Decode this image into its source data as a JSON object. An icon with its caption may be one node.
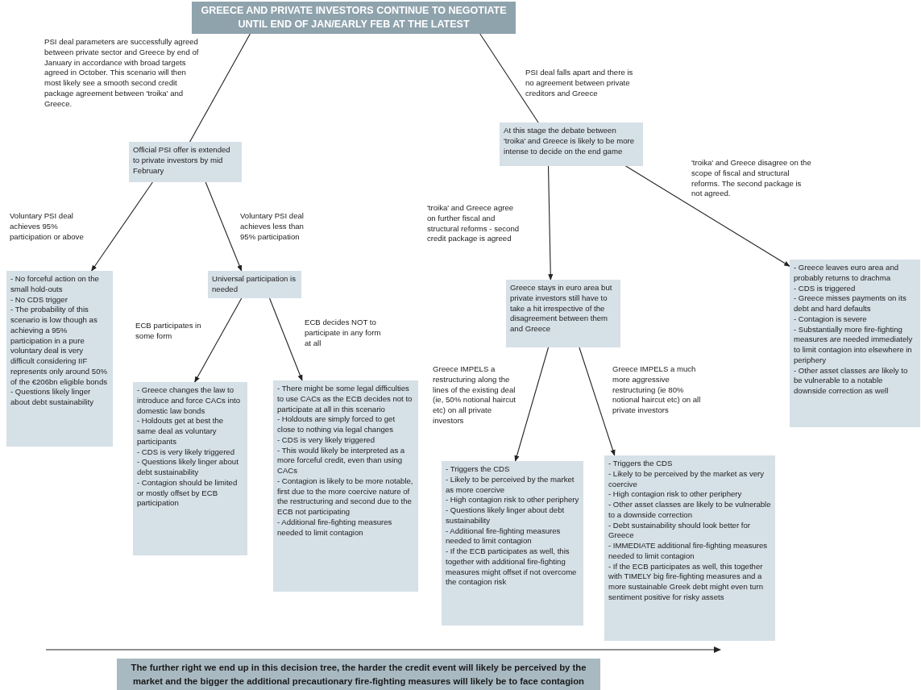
{
  "diagram": {
    "nodes": [
      {
        "text": [
          "GREECE AND PRIVATE INVESTORS CONTINUE TO NEGOTIATE UNTIL END OF JAN/EARLY FEB AT THE LATEST"
        ]
      },
      {
        "text": [
          "Official PSI offer is extended to private investors by mid February"
        ]
      },
      {
        "text": [
          "At this stage the debate between 'troika' and Greece is likely to be more intense to decide on the end game"
        ]
      },
      {
        "text": [
          "- No forceful action on the small hold-outs",
          "- No CDS trigger",
          "- The probability of this scenario is low though as achieving a 95% participation in a pure voluntary deal is very difficult considering IIF represents only around 50% of the €206bn eligible bonds",
          "- Questions likely linger about debt sustainability"
        ]
      },
      {
        "text": [
          "Universal participation is needed"
        ]
      },
      {
        "text": [
          "Greece stays in euro area but private investors still have to take a hit irrespective of the disagreement between them and Greece"
        ]
      },
      {
        "text": [
          "- Greece leaves euro area and probably returns to drachma",
          "- CDS is triggered",
          "- Greece misses payments on its debt and hard defaults",
          "- Contagion is severe",
          "- Substantially more fire-fighting measures are needed immediately to limit contagion into elsewhere in periphery",
          "- Other asset classes are likely to be vulnerable to a notable downside correction as well"
        ]
      },
      {
        "text": [
          "- Greece changes the law to introduce and force CACs into domestic law bonds",
          "- Holdouts get at best the same deal as voluntary participants",
          "- CDS is very likely triggered",
          "- Questions likely linger about debt sustainability",
          "- Contagion should be limited or mostly offset by ECB participation"
        ]
      },
      {
        "text": [
          "- There might be some legal difficulties to use CACs as the ECB decides not to participate at all in this scenario",
          "- Holdouts are simply forced to get close to nothing via legal changes",
          "- CDS is very likely triggered",
          "- This would likely be interpreted as a more forceful credit, even than using CACs",
          "- Contagion is likely to be more notable, first due to the more coercive nature of the restructuring and second due to the ECB not participating",
          "- Additional fire-fighting measures needed to limit contagion"
        ]
      },
      {
        "text": [
          "- Triggers the CDS",
          "- Likely to be perceived by the market as more coercive",
          "- High contagion risk to other periphery",
          "- Questions likely linger about debt sustainability",
          "- Additional fire-fighting measures needed to limit contagion",
          "- If the ECB participates as well, this together with additional fire-fighting measures might offset if not overcome the contagion risk"
        ]
      },
      {
        "text": [
          "- Triggers the CDS",
          "- Likely to be perceived by the market as very coercive",
          "- High contagion risk to other periphery",
          "- Other asset classes are likely to be vulnerable to a  downside correction",
          "- Debt sustainability should look better for Greece",
          "- IMMEDIATE additional fire-fighting measures needed to limit contagion",
          "- If the ECB participates as well, this together with TIMELY big fire-fighting measures and a more sustainable Greek debt might even turn sentiment  positive for risky assets"
        ]
      },
      {
        "text": [
          "The further right we end up in this decision tree, the harder the credit event will likely be perceived by the market and the bigger the additional precautionary fire-fighting measures will likely be to face contagion"
        ]
      }
    ],
    "edges": [
      {
        "from": 0,
        "to": 1,
        "arrow": "none",
        "label": "PSI deal parameters are successfully agreed between private sector and Greece by end of January in accordance with broad targets agreed in October. This scenario will then most likely see a smooth second credit package agreement between 'troika' and Greece."
      },
      {
        "from": 0,
        "to": 2,
        "arrow": "none",
        "label": "PSI deal falls apart and there is no agreement between private creditors and Greece"
      },
      {
        "from": 1,
        "to": 3,
        "arrow": "to",
        "label": "Voluntary PSI deal achieves 95% participation or above"
      },
      {
        "from": 1,
        "to": 4,
        "arrow": "to",
        "label": "Voluntary PSI deal achieves less than 95% participation"
      },
      {
        "from": 2,
        "to": 5,
        "arrow": "to",
        "label": "'troika' and Greece agree on further fiscal and structural reforms - second credit package  is agreed"
      },
      {
        "from": 2,
        "to": 6,
        "arrow": "to",
        "label": "'troika' and Greece disagree on the scope of fiscal and structural reforms. The second package is not agreed."
      },
      {
        "from": 4,
        "to": 7,
        "arrow": "to",
        "label": "ECB participates in some form"
      },
      {
        "from": 4,
        "to": 8,
        "arrow": "to",
        "label": "ECB decides NOT to participate in any form at all"
      },
      {
        "from": 5,
        "to": 9,
        "arrow": "to",
        "label": "Greece IMPELS a restructuring along the lines of the existing deal (ie, 50% notional haircut etc) on all private investors"
      },
      {
        "from": 5,
        "to": 10,
        "arrow": "to",
        "label": "Greece IMPELS a much more aggressive restructuring (ie 80% notional haircut etc) on all private investors"
      }
    ]
  }
}
